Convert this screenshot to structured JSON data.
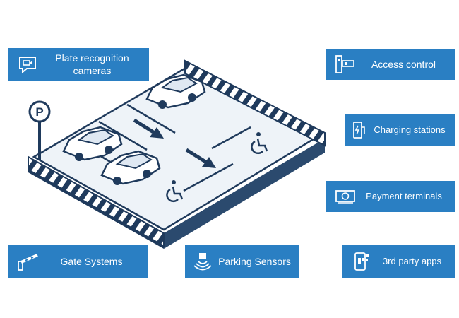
{
  "tiles": {
    "plate_recognition": {
      "label_line1": "Plate recognition",
      "label_line2": "cameras",
      "icon": "camera-icon"
    },
    "access_control": {
      "label": "Access control",
      "icon": "card-reader-icon"
    },
    "charging_stations": {
      "label": "Charging  stations",
      "icon": "ev-charger-icon"
    },
    "payment_terminals": {
      "label": "Payment terminals",
      "icon": "banknote-icon"
    },
    "gate_systems": {
      "label": "Gate Systems",
      "icon": "barrier-gate-icon"
    },
    "parking_sensors": {
      "label": "Parking Sensors",
      "icon": "sensor-icon"
    },
    "third_party_apps": {
      "label": "3rd party apps",
      "icon": "phone-apps-icon"
    }
  },
  "parking_sign": {
    "letter": "P",
    "icon": "parking-sign-icon"
  },
  "colors": {
    "tile_blue": "#2a7fc3",
    "navy": "#1f3a5c",
    "lot_surface": "#eef3f8"
  }
}
